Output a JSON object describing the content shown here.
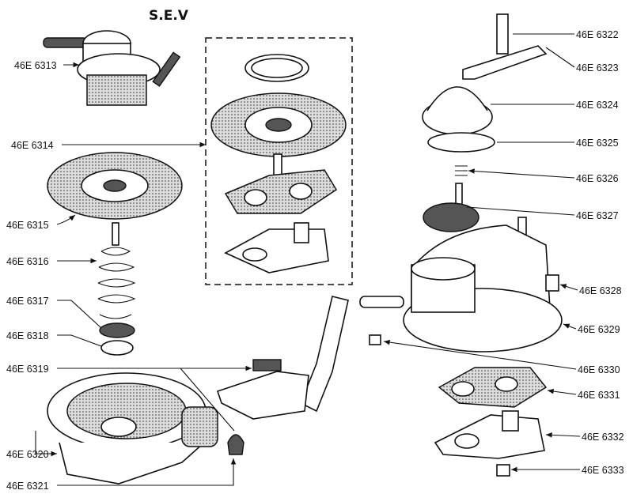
{
  "title": "S.E.V",
  "labels": {
    "p6313": "46E 6313",
    "p6314": "46E 6314",
    "p6315": "46E 6315",
    "p6316": "46E 6316",
    "p6317": "46E 6317",
    "p6318": "46E 6318",
    "p6319": "46E 6319",
    "p6320": "46E 6320",
    "p6321": "46E 6321",
    "p6322": "46E 6322",
    "p6323": "46E 6323",
    "p6324": "46E 6324",
    "p6325": "46E 6325",
    "p6326": "46E 6326",
    "p6327": "46E 6327",
    "p6328": "46E 6328",
    "p6329": "46E 6329",
    "p6330": "46E 6330",
    "p6331": "46E 6331",
    "p6332": "46E 6332",
    "p6333": "46E 6333"
  }
}
